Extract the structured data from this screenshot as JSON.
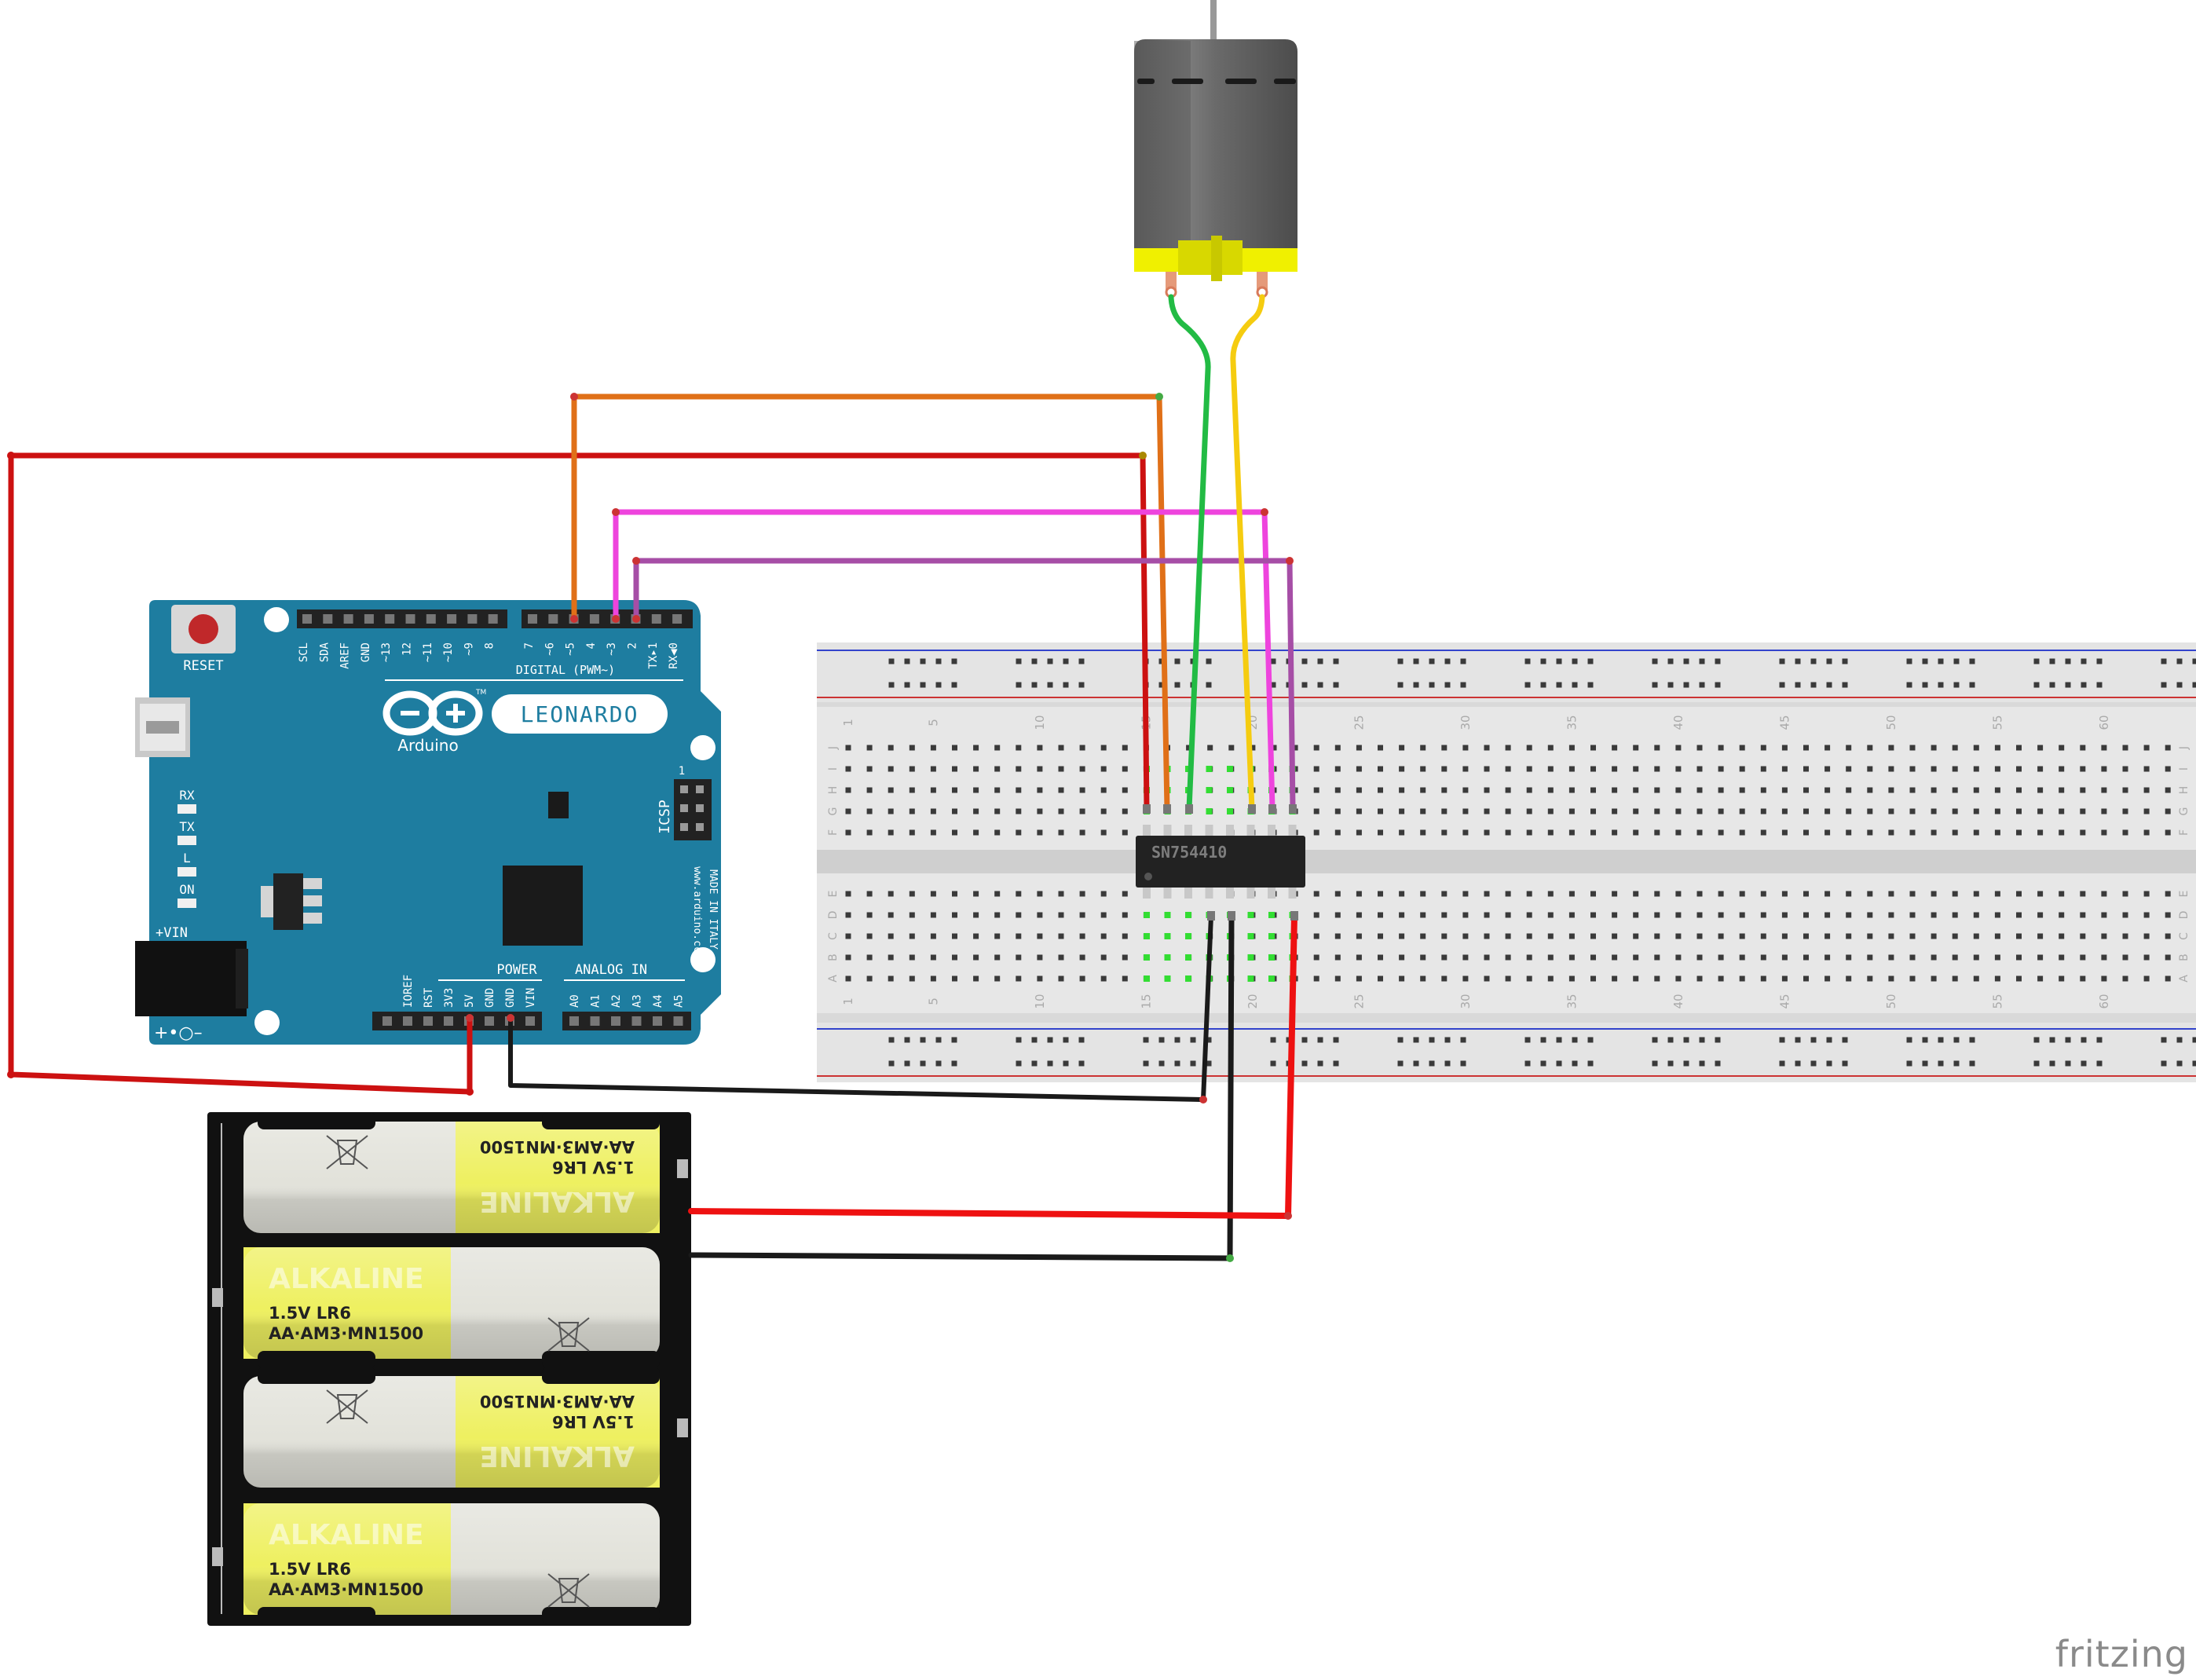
{
  "board": {
    "reset": "RESET",
    "model": "LEONARDO",
    "brand": "Arduino",
    "tm": "TM",
    "digital_pins": [
      "SCL",
      "SDA",
      "AREF",
      "GND",
      "~13",
      "12",
      "~11",
      "~10",
      "~9",
      "8",
      "7",
      "~6",
      "~5",
      "4",
      "~3",
      "2",
      "TX▸1",
      "RX◀0"
    ],
    "digital_label": "DIGITAL (PWM~)",
    "leds": [
      "RX",
      "TX",
      "L",
      "ON"
    ],
    "vin": "+VIN",
    "icsp": "ICSP",
    "icsp_pin": "1",
    "site": "www.arduino.cc",
    "made": "MADE IN ITALY",
    "power_label": "POWER",
    "analog_label": "ANALOG IN",
    "power_pins": [
      "IOREF",
      "RST",
      "3V3",
      "5V",
      "GND",
      "GND",
      "VIN"
    ],
    "analog_pins": [
      "A0",
      "A1",
      "A2",
      "A3",
      "A4",
      "A5"
    ],
    "polarity": "+•○–"
  },
  "breadboard": {
    "rows_top": [
      "J",
      "I",
      "H",
      "G",
      "F"
    ],
    "rows_bottom": [
      "E",
      "D",
      "C",
      "B",
      "A"
    ],
    "col_numbers": [
      "1",
      "5",
      "10",
      "15",
      "20",
      "25",
      "30",
      "35",
      "40",
      "45",
      "50",
      "55",
      "60"
    ]
  },
  "chip": {
    "label": "SN754410"
  },
  "batteries": [
    {
      "brand": "ALKALINE",
      "voltage": "1.5V LR6",
      "size": "AA·AM3·MN1500"
    },
    {
      "brand": "ALKALINE",
      "voltage": "1.5V LR6",
      "size": "AA·AM3·MN1500"
    },
    {
      "brand": "ALKALINE",
      "voltage": "1.5V LR6",
      "size": "AA·AM3·MN1500"
    },
    {
      "brand": "ALKALINE",
      "voltage": "1.5V LR6",
      "size": "AA·AM3·MN1500"
    }
  ],
  "watermark": "fritzing",
  "colors": {
    "board": "#1e7da0",
    "wire_red": "#cc1111",
    "wire_orange": "#e07018",
    "wire_pink": "#ee44dd",
    "wire_purple": "#a64ea6",
    "wire_green": "#22bb44",
    "wire_yellow": "#f5cc10",
    "wire_black": "#1a1a1a",
    "battery_yellow": "#eef060"
  }
}
